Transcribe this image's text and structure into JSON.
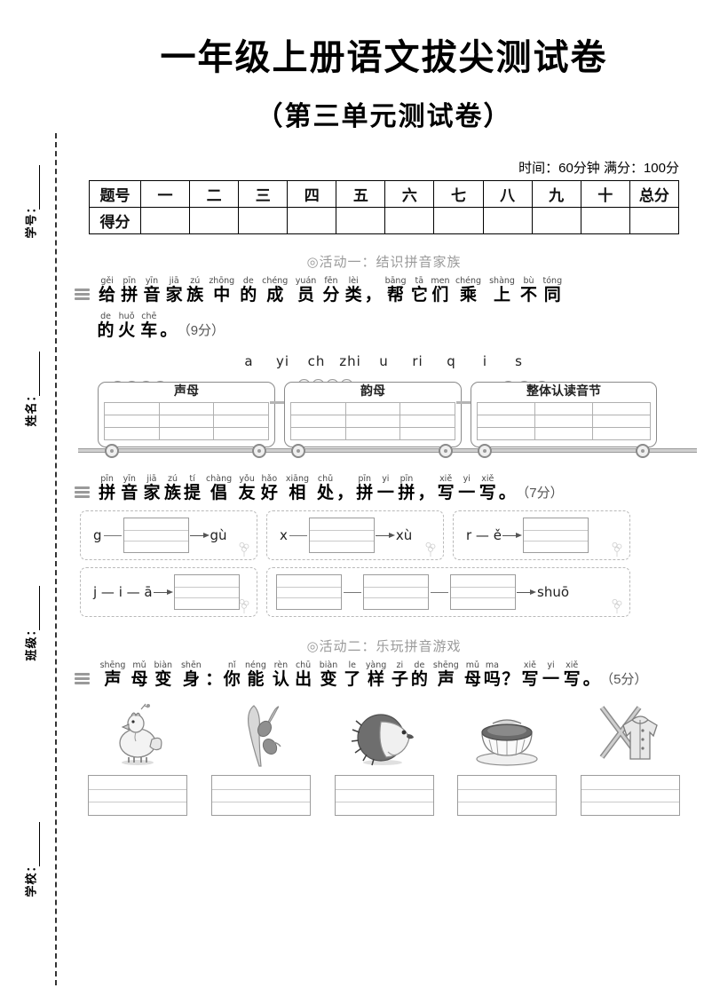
{
  "document": {
    "title": "一年级上册语文拔尖测试卷",
    "subtitle": "（第三单元测试卷）",
    "meta": "时间：60分钟  满分：100分"
  },
  "margin_labels": [
    {
      "text": "学号："
    },
    {
      "text": "姓名："
    },
    {
      "text": "班级："
    },
    {
      "text": "学校："
    }
  ],
  "score_table": {
    "row1_label": "题号",
    "row2_label": "得分",
    "columns": [
      "一",
      "二",
      "三",
      "四",
      "五",
      "六",
      "七",
      "八",
      "九",
      "十",
      "总分"
    ],
    "scores": [
      "",
      "",
      "",
      "",
      "",
      "",
      "",
      "",
      "",
      "",
      ""
    ]
  },
  "activities": {
    "one": "◎活动一：结识拼音家族",
    "two": "◎活动二：乐玩拼音游戏"
  },
  "q1": {
    "marker": "一",
    "points": "（9分）",
    "line1": [
      {
        "py": "gěi",
        "hz": "给"
      },
      {
        "py": "pīn",
        "hz": "拼"
      },
      {
        "py": "yīn",
        "hz": "音"
      },
      {
        "py": "jiā",
        "hz": "家"
      },
      {
        "py": "zú",
        "hz": "族"
      },
      {
        "py": "zhōng",
        "hz": "中"
      },
      {
        "py": "de",
        "hz": "的"
      },
      {
        "py": "chéng",
        "hz": "成"
      },
      {
        "py": "yuán",
        "hz": "员"
      },
      {
        "py": "fēn",
        "hz": "分"
      },
      {
        "py": "lèi",
        "hz": "类"
      },
      {
        "py": "",
        "hz": "，"
      },
      {
        "py": "bāng",
        "hz": "帮"
      },
      {
        "py": "tā",
        "hz": "它"
      },
      {
        "py": "men",
        "hz": "们"
      },
      {
        "py": "chéng",
        "hz": "乘"
      },
      {
        "py": "shàng",
        "hz": "上"
      },
      {
        "py": "bù",
        "hz": "不"
      },
      {
        "py": "tóng",
        "hz": "同"
      }
    ],
    "line2": [
      {
        "py": "de",
        "hz": "的"
      },
      {
        "py": "huǒ",
        "hz": "火"
      },
      {
        "py": "chē",
        "hz": "车"
      },
      {
        "py": "",
        "hz": "。"
      }
    ],
    "letters": [
      "a",
      "yi",
      "ch",
      "zhi",
      "u",
      "ri",
      "q",
      "i",
      "s"
    ],
    "cars": [
      {
        "title": "声母"
      },
      {
        "title": "韵母"
      },
      {
        "title": "整体认读音节"
      }
    ]
  },
  "q2": {
    "marker": "二",
    "points": "（7分）",
    "line1": [
      {
        "py": "pīn",
        "hz": "拼"
      },
      {
        "py": "yīn",
        "hz": "音"
      },
      {
        "py": "jiā",
        "hz": "家"
      },
      {
        "py": "zú",
        "hz": "族"
      },
      {
        "py": "tí",
        "hz": "提"
      },
      {
        "py": "chàng",
        "hz": "倡"
      },
      {
        "py": "yǒu",
        "hz": "友"
      },
      {
        "py": "hǎo",
        "hz": "好"
      },
      {
        "py": "xiāng",
        "hz": "相"
      },
      {
        "py": "chǔ",
        "hz": "处"
      },
      {
        "py": "",
        "hz": "，"
      },
      {
        "py": "pīn",
        "hz": "拼"
      },
      {
        "py": "yi",
        "hz": "一"
      },
      {
        "py": "pīn",
        "hz": "拼"
      },
      {
        "py": "",
        "hz": "，"
      },
      {
        "py": "xiě",
        "hz": "写"
      },
      {
        "py": "yi",
        "hz": "一"
      },
      {
        "py": "xiě",
        "hz": "写"
      },
      {
        "py": "",
        "hz": "。"
      }
    ],
    "cells_row1": [
      {
        "before": "g",
        "result": "gù",
        "box_position": "middle"
      },
      {
        "before": "x",
        "result": "xù",
        "box_position": "middle"
      },
      {
        "before": "r — ě",
        "result": "",
        "box_position": "end"
      }
    ],
    "cells_row2": [
      {
        "before": "j — i — ā",
        "result": "",
        "box_position": "end",
        "boxes": 1
      },
      {
        "before": "",
        "result": "shuō",
        "box_position": "start",
        "boxes": 3
      }
    ]
  },
  "q3": {
    "marker": "三",
    "points": "（5分）",
    "line1": [
      {
        "py": "shēng",
        "hz": "声"
      },
      {
        "py": "mǔ",
        "hz": "母"
      },
      {
        "py": "biàn",
        "hz": "变"
      },
      {
        "py": "shēn",
        "hz": "身"
      },
      {
        "py": "",
        "hz": "："
      },
      {
        "py": "nǐ",
        "hz": "你"
      },
      {
        "py": "néng",
        "hz": "能"
      },
      {
        "py": "rèn",
        "hz": "认"
      },
      {
        "py": "chū",
        "hz": "出"
      },
      {
        "py": "biàn",
        "hz": "变"
      },
      {
        "py": "le",
        "hz": "了"
      },
      {
        "py": "yàng",
        "hz": "样"
      },
      {
        "py": "zi",
        "hz": "子"
      },
      {
        "py": "de",
        "hz": "的"
      },
      {
        "py": "shēng",
        "hz": "声"
      },
      {
        "py": "mǔ",
        "hz": "母"
      },
      {
        "py": "ma",
        "hz": "吗"
      },
      {
        "py": "",
        "hz": "？"
      },
      {
        "py": "xiě",
        "hz": "写"
      },
      {
        "py": "yi",
        "hz": "一"
      },
      {
        "py": "xiě",
        "hz": "写"
      },
      {
        "py": "",
        "hz": "。"
      }
    ],
    "pictures": [
      {
        "name": "hen-picture",
        "answer": ""
      },
      {
        "name": "sprout-picture",
        "answer": ""
      },
      {
        "name": "hedgehog-picture",
        "answer": ""
      },
      {
        "name": "teacup-picture",
        "answer": ""
      },
      {
        "name": "jacket-sticks-picture",
        "answer": ""
      }
    ]
  },
  "colors": {
    "ink": "#111111",
    "muted": "#9a9a9a",
    "rule": "#9c9c9c"
  }
}
